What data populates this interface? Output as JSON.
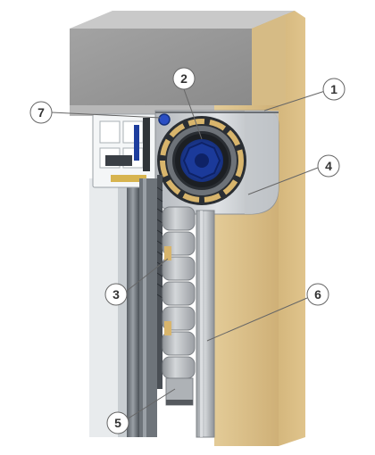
{
  "diagram": {
    "callouts": [
      {
        "id": 1,
        "label": "1"
      },
      {
        "id": 2,
        "label": "2"
      },
      {
        "id": 3,
        "label": "3"
      },
      {
        "id": 4,
        "label": "4"
      },
      {
        "id": 5,
        "label": "5"
      },
      {
        "id": 6,
        "label": "6"
      },
      {
        "id": 7,
        "label": "7"
      }
    ],
    "colors": {
      "concrete": "#9a9a9a",
      "wall": "#d9bf8a",
      "wall_shadow": "#c7a96f",
      "box_metal": "#c8ccd0",
      "roller_blue": "#1f3fa3",
      "slat": "#b9bcc0",
      "slat_accent": "#d8b56c",
      "frame_white": "#f2f4f5",
      "frame_dark": "#3a3f45",
      "guide": "#a9adb2",
      "callout_stroke": "#666666"
    }
  }
}
